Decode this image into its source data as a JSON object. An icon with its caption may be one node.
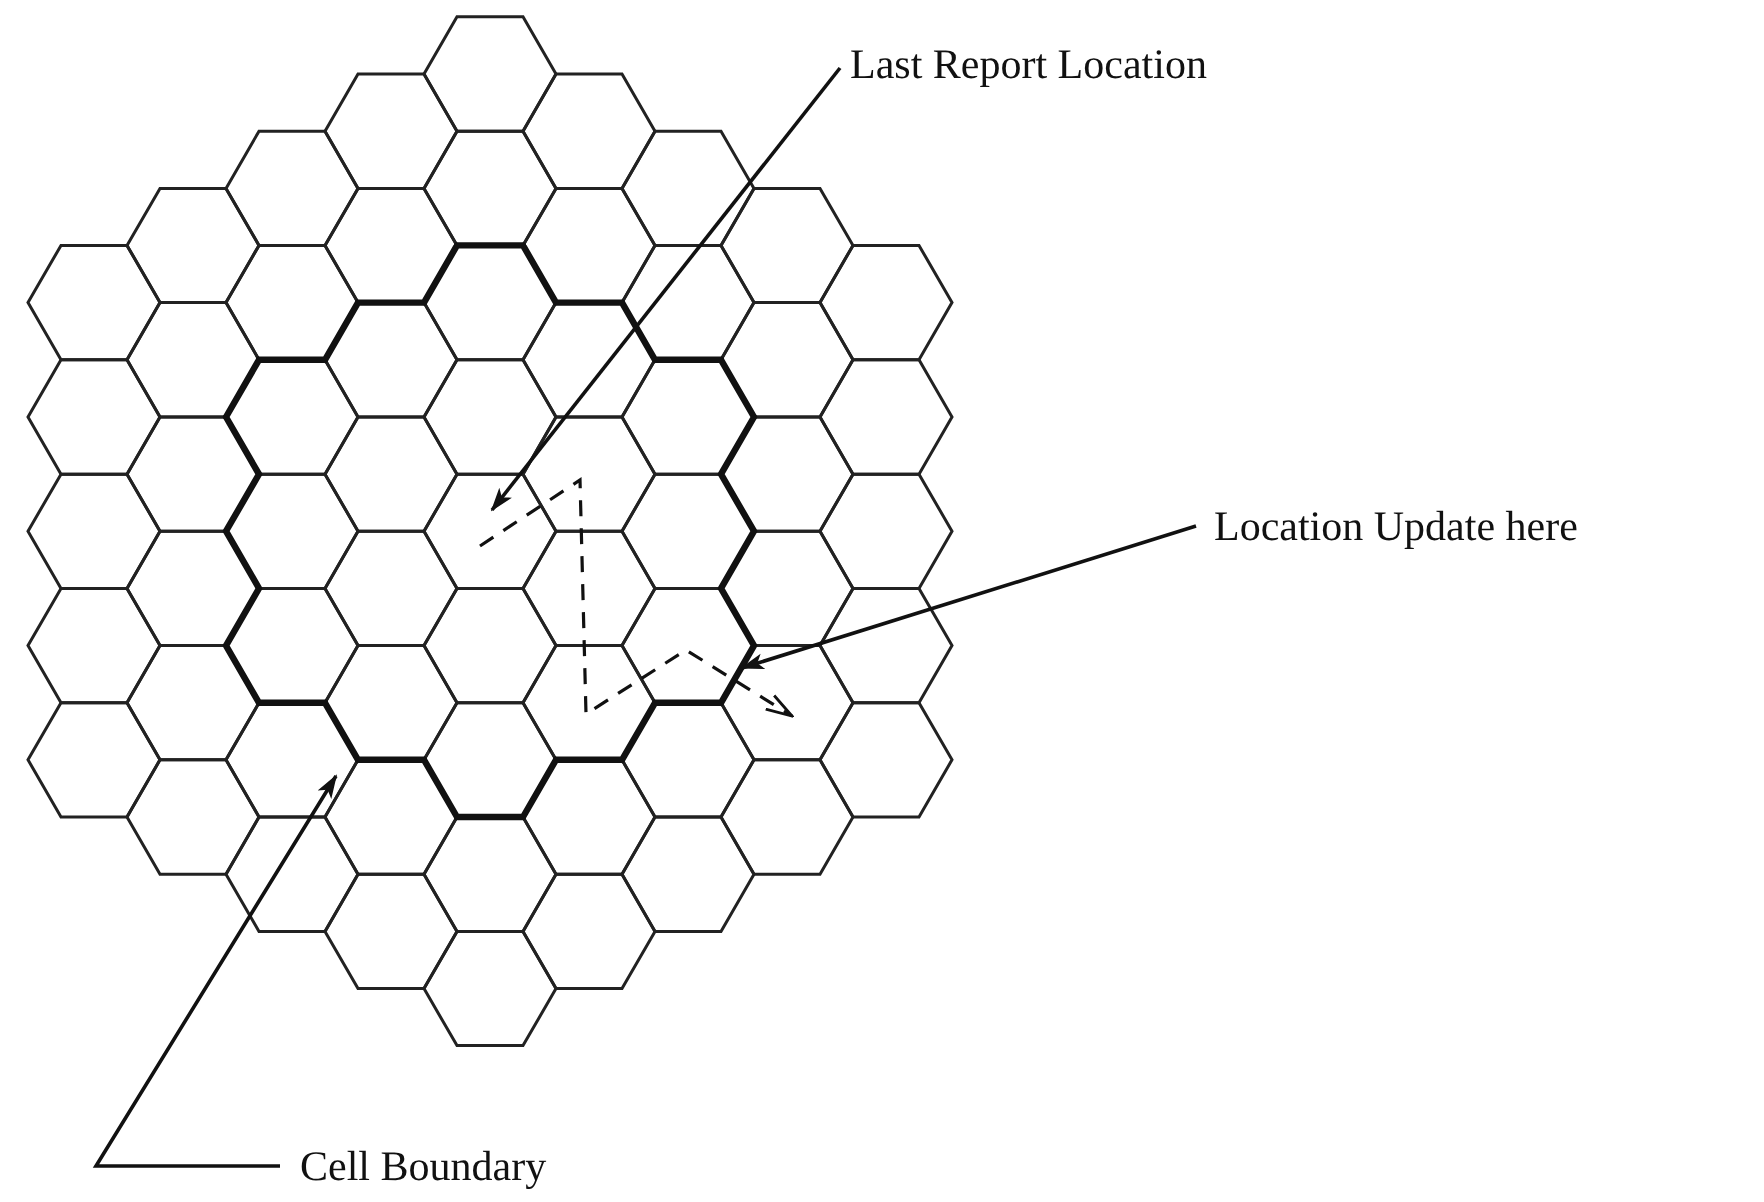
{
  "diagram": {
    "nodes": [
      {
        "text": [
          "Last Report Location"
        ]
      },
      {
        "text": [
          "Location Update here"
        ]
      },
      {
        "text": [
          "Cell Boundary"
        ]
      }
    ],
    "edges": [
      {
        "from": 0,
        "to": null,
        "arrow": "to"
      },
      {
        "from": 1,
        "to": null,
        "arrow": "to"
      },
      {
        "from": 2,
        "to": null,
        "arrow": "to"
      }
    ]
  }
}
